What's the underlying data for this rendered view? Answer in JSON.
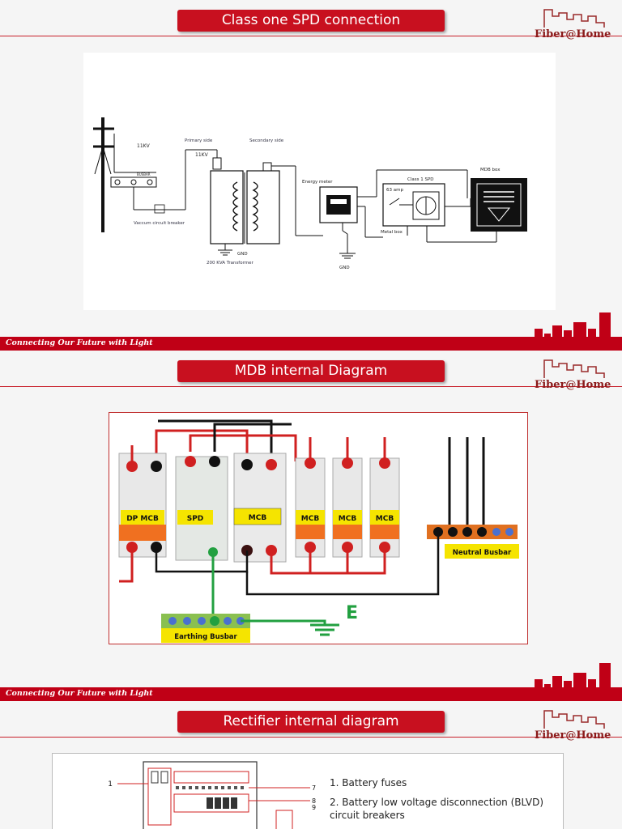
{
  "slides": [
    {
      "title": "Class one SPD connection",
      "logo": "Fiber@Home",
      "footer": "Connecting Our Future with Light",
      "diagram": {
        "kv1": "11KV",
        "primary": "Primary side",
        "secondary": "Secondary side",
        "kv2": "11KV",
        "busbar": "BUSBAR",
        "vcb": "Vaccum circuit breaker",
        "gnd1": "GND",
        "transformer": "200 KVA Transformer",
        "energy_meter": "Energy meter",
        "gnd2": "GND",
        "class1spd": "Class 1 SPD",
        "amp": "63 amp",
        "metal_box": "Metal box",
        "mdb_box": "MDB box"
      }
    },
    {
      "title": "MDB internal Diagram",
      "logo": "Fiber@Home",
      "footer": "Connecting Our Future with Light",
      "labels": {
        "dp_mcb": "DP MCB",
        "spd": "SPD",
        "mcb_center": "MCB",
        "mcb1": "MCB",
        "mcb2": "MCB",
        "mcb3": "MCB",
        "neutral": "Neutral Busbar",
        "earthing": "Earthing Busbar",
        "e": "E"
      }
    },
    {
      "title": "Rectifier internal diagram",
      "logo": "Fiber@Home",
      "list": [
        "1. Battery fuses",
        "2. Battery low voltage disconnection (BLVD)",
        "circuit breakers"
      ],
      "callouts": [
        "1",
        "7",
        "8",
        "9"
      ]
    }
  ]
}
